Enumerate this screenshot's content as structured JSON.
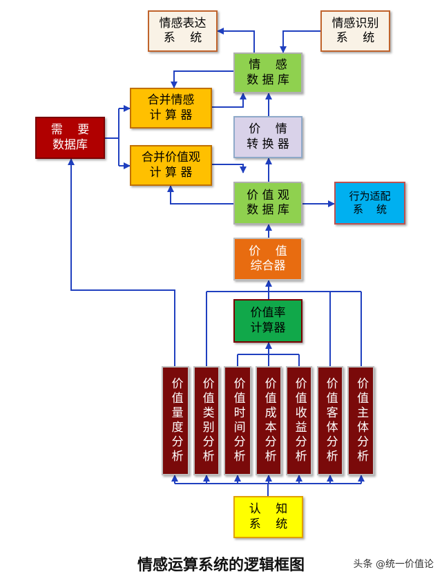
{
  "nodes": {
    "emotion_expression": {
      "line1": "情感表达",
      "line2": "系    统",
      "bg": "#f9f2e6",
      "border": "#c0632b",
      "color": "#000000"
    },
    "emotion_recognition": {
      "line1": "情感识别",
      "line2": "系    统",
      "bg": "#f9f2e6",
      "border": "#c0632b",
      "color": "#000000"
    },
    "emotion_db": {
      "line1": "情    感",
      "line2": "数 据 库",
      "bg": "#8fd14f",
      "border": "#b0b0b0",
      "color": "#000000"
    },
    "merge_emotion_calc": {
      "line1": "合并情感",
      "line2": "计 算 器",
      "bg": "#ffc000",
      "border": "#c07000",
      "color": "#000000"
    },
    "value_emotion_converter": {
      "line1": "价    情",
      "line2": "转 换 器",
      "bg": "#d9d2e9",
      "border": "#8ea9c9",
      "color": "#000000"
    },
    "need_db": {
      "line1": "需    要",
      "line2": "数据库",
      "bg": "#b00000",
      "border": "#7a0000",
      "color": "#ffffff"
    },
    "merge_value_calc": {
      "line1": "合并价值观",
      "line2": "计 算 器",
      "bg": "#ffc000",
      "border": "#c07000",
      "color": "#000000"
    },
    "values_db": {
      "line1": "价 值 观",
      "line2": "数 据 库",
      "bg": "#8fd14f",
      "border": "#b0b0b0",
      "color": "#000000"
    },
    "behavior_adapt": {
      "line1": "行为适配",
      "line2": "系    统",
      "bg": "#00b0f0",
      "border": "#c0504d",
      "color": "#000000"
    },
    "value_integrator": {
      "line1": "价    值",
      "line2": "综合器",
      "bg": "#e86c10",
      "border": "#c0c0c0",
      "color": "#ffffff"
    },
    "value_rate_calc": {
      "line1": "价值率",
      "line2": "计算器",
      "bg": "#11a84a",
      "border": "#7a0000",
      "color": "#000000"
    },
    "cognition": {
      "line1": "认    知",
      "line2": "系    统",
      "bg": "#ffff00",
      "border": "#e0a000",
      "color": "#000000"
    }
  },
  "analyses": [
    {
      "label": "价值量度分析"
    },
    {
      "label": "价值类别分析"
    },
    {
      "label": "价值时间分析"
    },
    {
      "label": "价值成本分析"
    },
    {
      "label": "价值收益分析"
    },
    {
      "label": "价值客体分析"
    },
    {
      "label": "价值主体分析"
    }
  ],
  "analysis_style": {
    "bg": "#7a0a0a",
    "border": "#c0c0c0",
    "color": "#ffffff"
  },
  "arrow_color": "#1f3fbf",
  "caption": "情感运算系统的逻辑框图",
  "watermark": "头条 @统一价值论"
}
